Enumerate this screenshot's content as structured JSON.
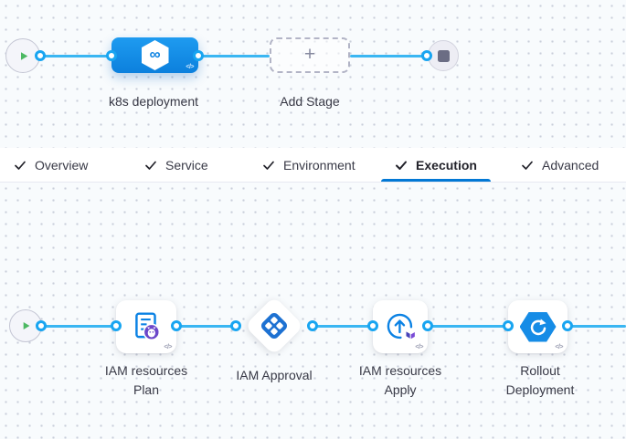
{
  "top_pipeline": {
    "stage_label": "k8s deployment",
    "add_stage_label": "Add Stage",
    "plus_glyph": "+",
    "code_glyph": "</>",
    "stage_icon_glyph": "∞"
  },
  "tabs": {
    "active_tab": "Execution",
    "check_glyph": "✓",
    "items": [
      {
        "label": "Overview"
      },
      {
        "label": "Service"
      },
      {
        "label": "Environment"
      },
      {
        "label": "Execution"
      },
      {
        "label": "Advanced"
      }
    ]
  },
  "execution_graph": {
    "code_glyph": "</>",
    "steps": [
      {
        "label": "IAM resources\nPlan",
        "icon": "iacm-plan-icon"
      },
      {
        "label": "IAM Approval",
        "icon": "approval-icon"
      },
      {
        "label": "IAM resources\nApply",
        "icon": "iacm-apply-icon"
      },
      {
        "label": "Rollout\nDeployment",
        "icon": "rollout-icon"
      }
    ]
  },
  "icons": {
    "start": "play-icon",
    "end": "stop-icon",
    "stage": "hexagon-infinity-icon",
    "add_stage": "plus-icon",
    "tab_check": "check-icon",
    "code": "code-toggle-icon"
  },
  "colors": {
    "accent_blue": "#0278d5",
    "edge_blue": "#3ab6f2",
    "stage_blue": "#108ae6",
    "play_green": "#4cb862",
    "badge_purple": "#6b46c9",
    "terraform_purple": "#5a46c7",
    "stop_gray": "#6b6d84"
  }
}
